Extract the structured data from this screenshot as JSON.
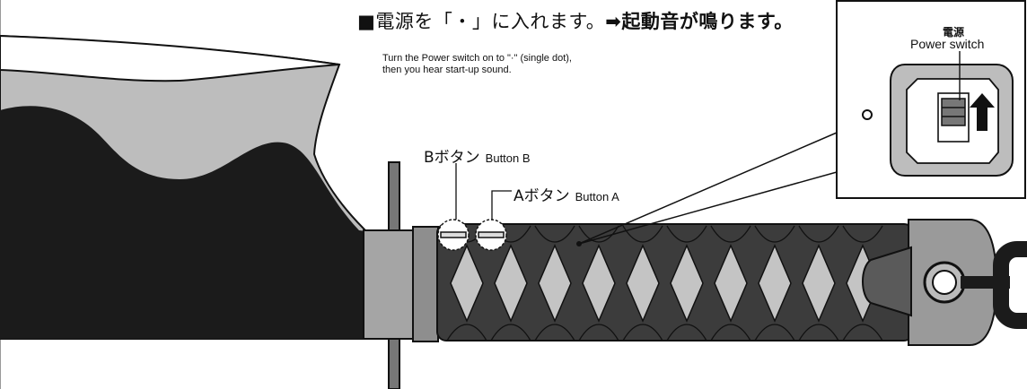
{
  "instruction": {
    "title_part1": "■電源を「・」に入れます。",
    "title_part2": "➡起動音が鳴ります。",
    "subtitle_line1": "Turn the Power switch on to \"·\" (single dot),",
    "subtitle_line2": "then you hear start-up sound."
  },
  "labels": {
    "button_b_ja": "Bボタン",
    "button_b_en": "Button B",
    "button_a_ja": "Aボタン",
    "button_a_en": "Button A",
    "power_switch_ja": "電源",
    "power_switch_en": "Power switch"
  },
  "colors": {
    "blade_dark": "#1b1b1b",
    "blade_light": "#bcbcbc",
    "handle_dark": "#3c3c3c",
    "handle_diamond": "#c4c4c4",
    "metal_gray": "#9e9e9e",
    "outline": "#111111",
    "arrow_black": "#111111"
  }
}
